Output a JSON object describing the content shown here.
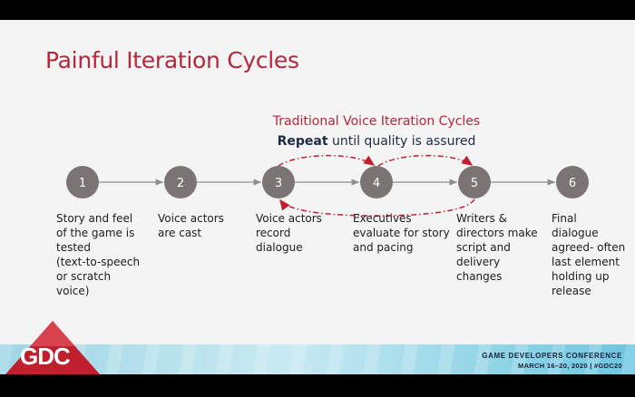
{
  "slide": {
    "title": "Painful Iteration Cycles",
    "subtitle": "Traditional  Voice Iteration Cycles",
    "repeat_bold": "Repeat",
    "repeat_rest": " until quality is assured"
  },
  "steps": [
    {
      "num": "1",
      "text": "Story and feel\nof the game is\ntested\n(text-to-speech\nor scratch\nvoice)"
    },
    {
      "num": "2",
      "text": "Voice actors\nare  cast"
    },
    {
      "num": "3",
      "text": "Voice actors\nrecord\ndialogue"
    },
    {
      "num": "4",
      "text": "Executives\nevaluate for story\nand pacing"
    },
    {
      "num": "5",
      "text": "Writers &\ndirectors make\nscript and\ndelivery\nchanges"
    },
    {
      "num": "6",
      "text": "Final\ndialogue\nagreed- often\nlast element\nholding up\nrelease"
    }
  ],
  "footer": {
    "logo": "GDC",
    "conference": "GAME DEVELOPERS CONFERENCE",
    "dates": "MARCH 16–20, 2020 | #GDC20"
  },
  "colors": {
    "title": "#b5273a",
    "node": "#7b7474",
    "loop": "#c0202e",
    "connector": "#8c8c8c"
  }
}
